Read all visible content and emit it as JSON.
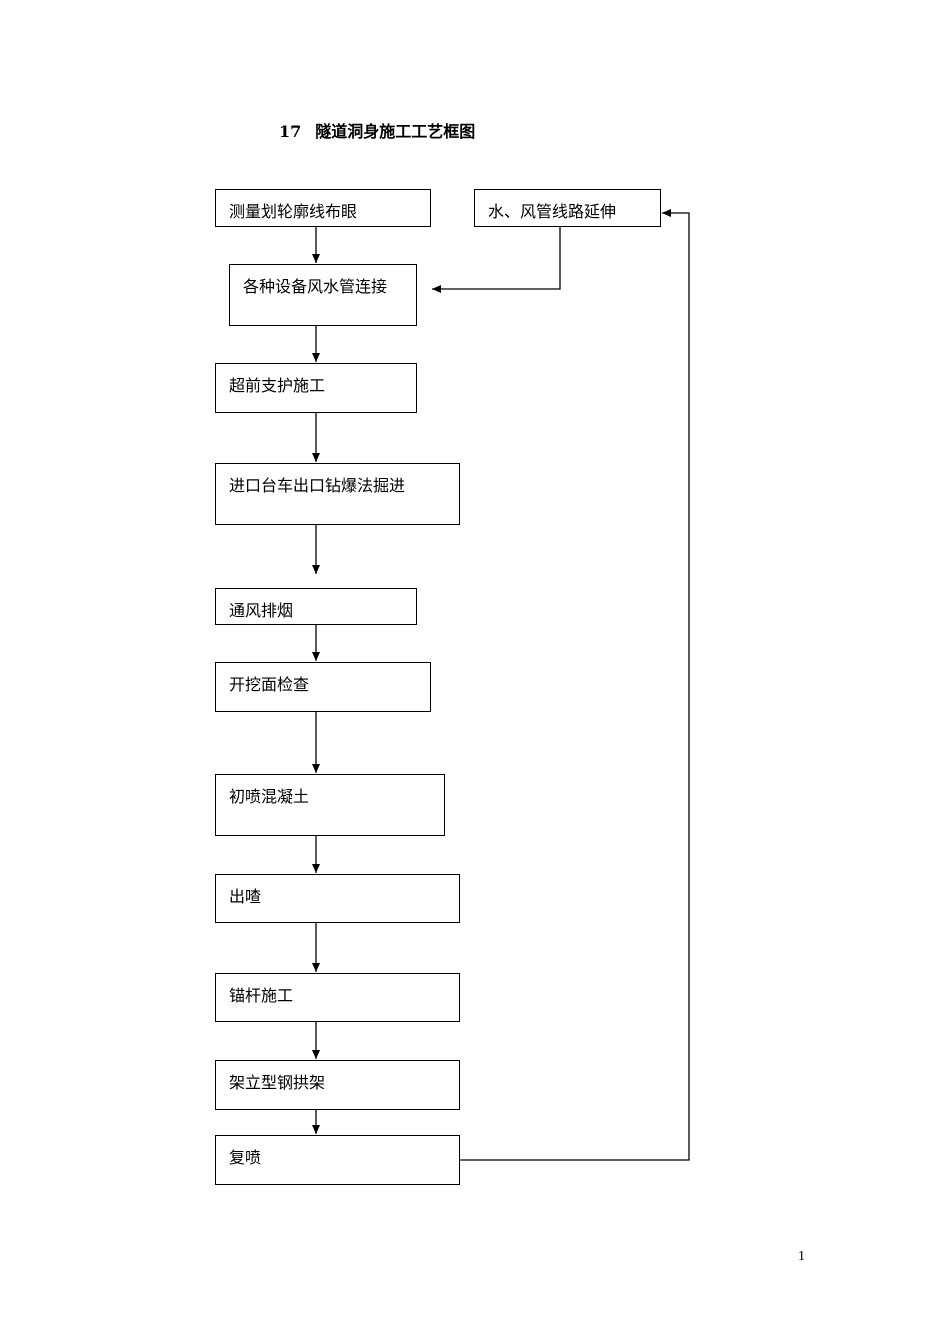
{
  "title": {
    "number": "17",
    "text": "隧道洞身施工工艺框图"
  },
  "nodes": {
    "survey": "测量划轮廓线布眼",
    "extend": "水、风管线路延伸",
    "connect": "各种设备风水管连接",
    "support": "超前支护施工",
    "blast": "进口台车出口钻爆法掘进",
    "ventilate": "通风排烟",
    "inspect": "开挖面检查",
    "shotcrete": "初喷混凝土",
    "muck": "出喳",
    "bolt": "锚杆施工",
    "arch": "架立型钢拱架",
    "reshot": "复喷"
  },
  "page_number": "1"
}
